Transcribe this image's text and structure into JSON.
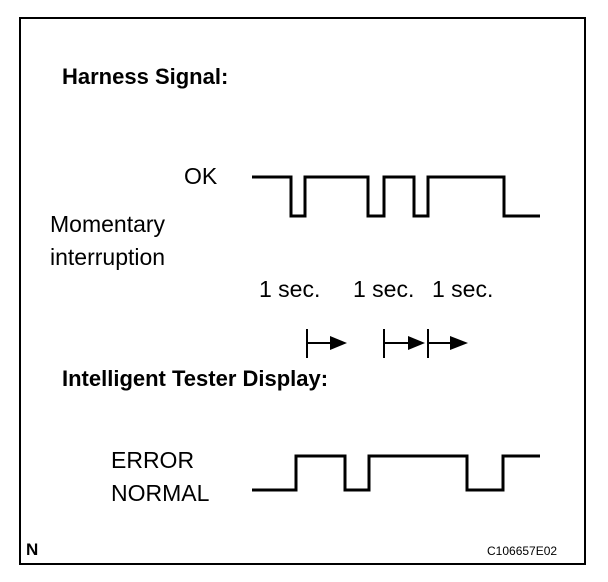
{
  "headings": {
    "harness_signal": "Harness Signal:",
    "tester_display": "Intelligent Tester Display:"
  },
  "harness": {
    "ok_label": "OK",
    "interruption_label_line1": "Momentary",
    "interruption_label_line2": "interruption",
    "durations": [
      "1 sec.",
      "1 sec.",
      "1 sec."
    ]
  },
  "tester": {
    "error_label": "ERROR",
    "normal_label": "NORMAL"
  },
  "footer": {
    "corner_letter": "N",
    "figure_code": "C106657E02"
  },
  "colors": {
    "line": "#000000",
    "background": "#ffffff"
  }
}
